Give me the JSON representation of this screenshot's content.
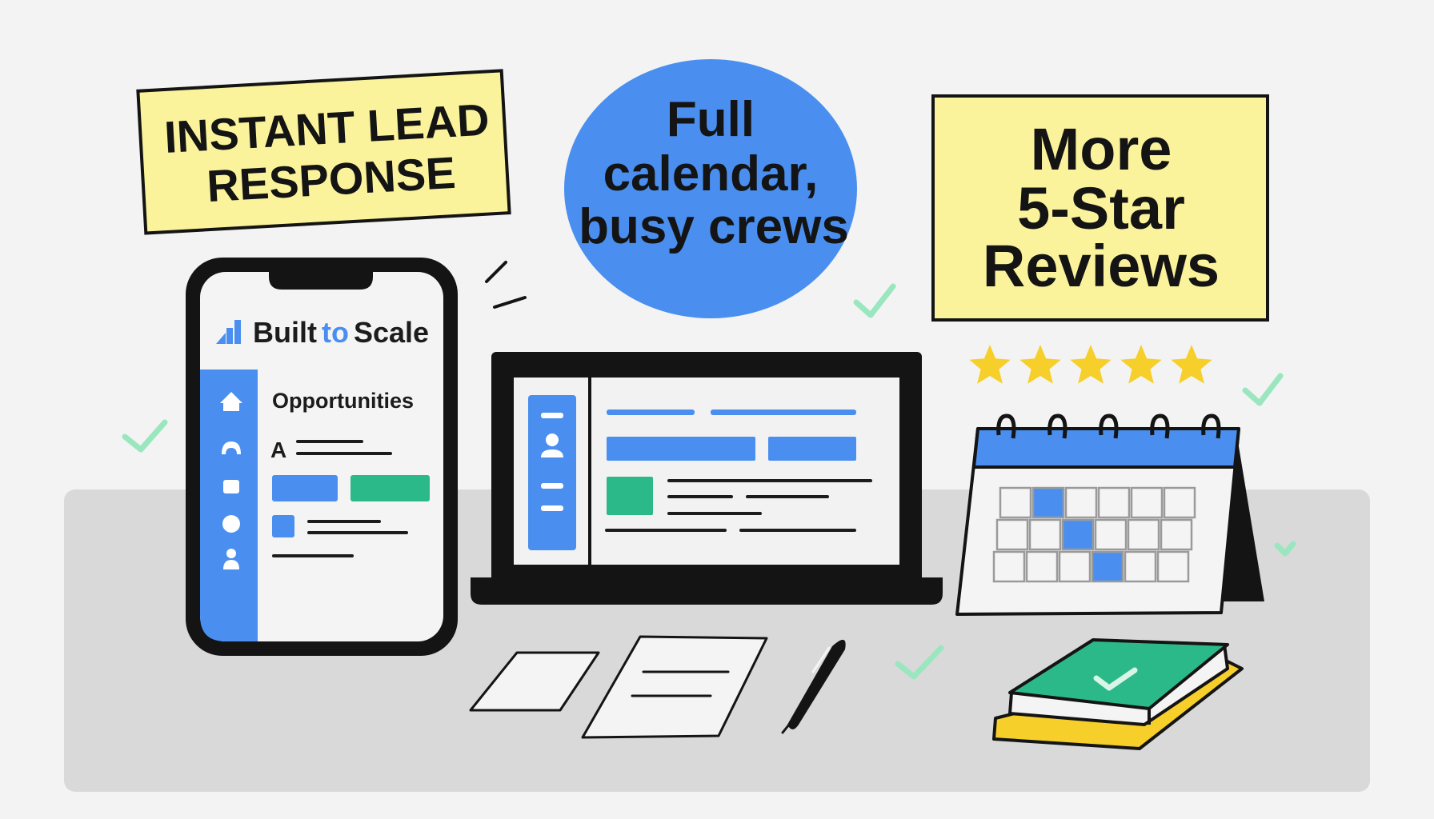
{
  "signs": {
    "lead": [
      "INSTANT LEAD",
      "RESPONSE"
    ],
    "calendar": [
      "Full",
      "calendar,",
      "busy crews"
    ],
    "reviews": [
      "More",
      "5-Star",
      "Reviews"
    ]
  },
  "phone": {
    "brand_part1": "Built",
    "brand_part2": "to",
    "brand_part3": "Scale",
    "heading": "Opportunities",
    "list_initial": "A"
  },
  "rating": {
    "stars": 5
  },
  "colors": {
    "background": "#f3f3f3",
    "table": "#d9d9d9",
    "yellow_sign": "#fbf39b",
    "blue": "#4a8ff0",
    "green": "#2cb98a",
    "light_green_check": "#9ae6bf",
    "star": "#f6cf2a",
    "ink": "#141414"
  },
  "icons": [
    "home-icon",
    "contacts-icon",
    "calendar-icon",
    "chat-icon",
    "user-icon",
    "check-icon",
    "star-icon",
    "pen-icon",
    "notebook-icon"
  ]
}
